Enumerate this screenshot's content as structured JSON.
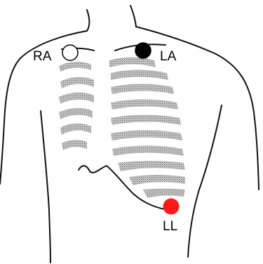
{
  "diagram": {
    "electrodes": [
      {
        "id": "ra",
        "label": "RA",
        "fill": "#ffffff",
        "stroke": "#000000"
      },
      {
        "id": "la",
        "label": "LA",
        "fill": "#000000",
        "stroke": "#000000"
      },
      {
        "id": "ll",
        "label": "LL",
        "fill": "#ff1a1a",
        "stroke": "#ff1a1a"
      }
    ],
    "colors": {
      "outline": "#111111",
      "rib": "#8a8a8a",
      "background": "#ffffff"
    }
  }
}
